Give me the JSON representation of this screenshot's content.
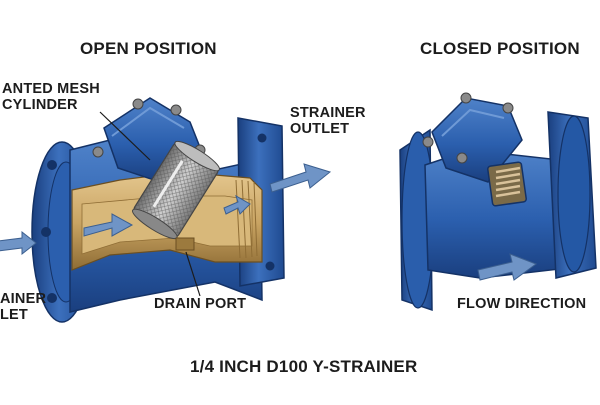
{
  "open_position": {
    "heading": "OPEN POSITION",
    "labels": {
      "mesh_line1": "ANTED MESH",
      "mesh_line2": "CYLINDER",
      "outlet_line1": "STRAINER",
      "outlet_line2": "OUTLET",
      "inlet_line1": "AINER",
      "inlet_line2": "LET",
      "drain": "DRAIN PORT"
    }
  },
  "closed_position": {
    "heading": "CLOSED POSITION",
    "labels": {
      "flow": "FLOW DIRECTION"
    }
  },
  "footer_title": "1/4 INCH D100 Y-STRAINER",
  "colors": {
    "body_blue": "#2b5fae",
    "body_blue_dark": "#1a3f7f",
    "body_blue_light": "#4f82c9",
    "brass": "#c9a463",
    "brass_dark": "#8f6d35",
    "brass_light": "#e3c58c",
    "arrow_blue": "#6f94c6",
    "mesh_gray": "#9a9a9a"
  },
  "icons": [
    "flow-arrow-icon",
    "spring-icon",
    "mesh-cylinder-icon",
    "bolt-icon"
  ]
}
